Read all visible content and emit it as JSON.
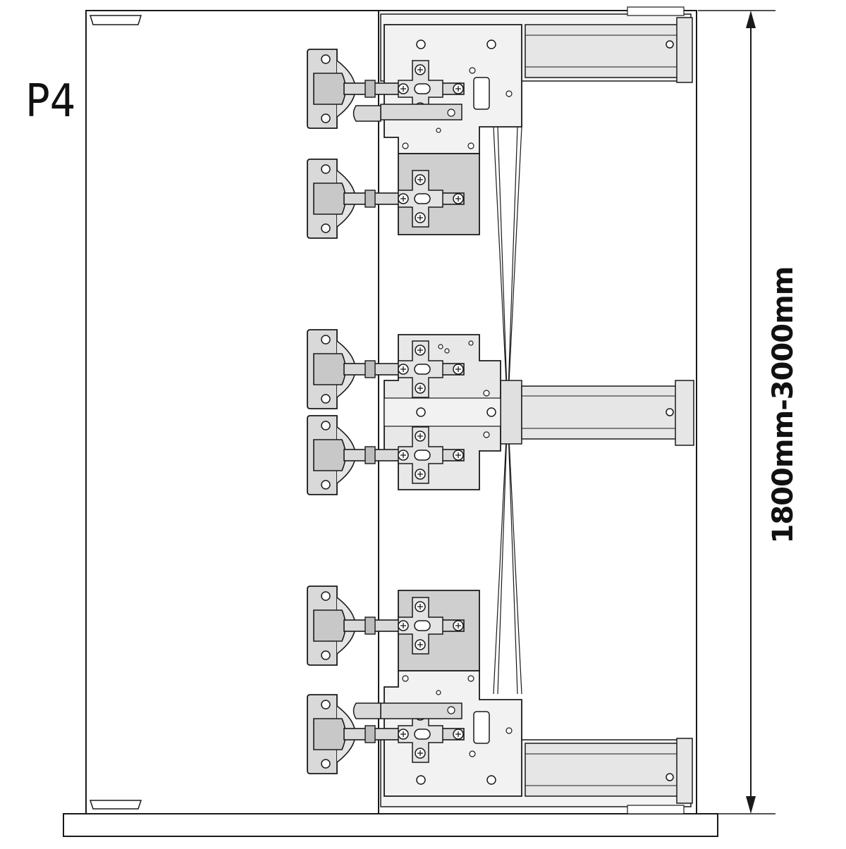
{
  "labels": {
    "model": "P4",
    "height_range": "1800mm-3000mm"
  },
  "colors": {
    "line": "#1a1a1a",
    "part_fill": "#d9d9d9",
    "plate_fill": "#cfcfcf",
    "rail_fill": "#e6e6e6",
    "door_fill": "#ffffff"
  },
  "components": {
    "hinge_count": 6,
    "slide_rails": [
      "top",
      "middle",
      "bottom"
    ]
  }
}
